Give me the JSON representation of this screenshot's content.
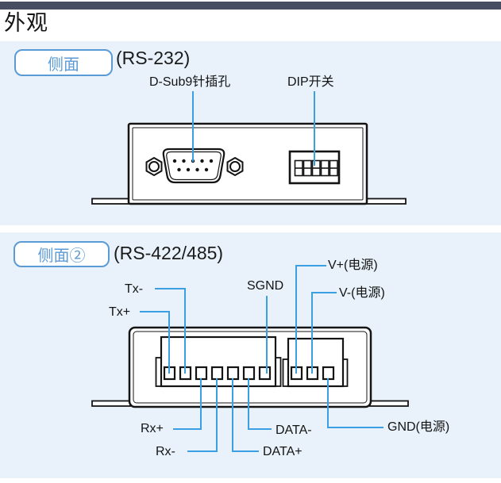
{
  "heading": "外观",
  "colors": {
    "topbar": "#474e62",
    "panel_bg": "#e9f2fb",
    "badge_blue": "#5b9bd5",
    "leader_blue": "#3aa0e2",
    "line_art": "#141414"
  },
  "panel_rs232": {
    "badge": "侧面",
    "subtitle": "(RS-232)",
    "labels": {
      "dsub": "D-Sub9针插孔",
      "dip": "DIP开关"
    }
  },
  "panel_rs422": {
    "badge": "侧面②",
    "subtitle": "(RS-422/485)",
    "labels": {
      "tx_minus": "Tx-",
      "tx_plus": "Tx+",
      "sgnd": "SGND",
      "v_plus": "V+(电源)",
      "v_minus": "V-(电源)",
      "rx_plus": "Rx+",
      "rx_minus": "Rx-",
      "data_plus": "DATA+",
      "data_minus": "DATA-",
      "gnd": "GND(电源)"
    }
  }
}
